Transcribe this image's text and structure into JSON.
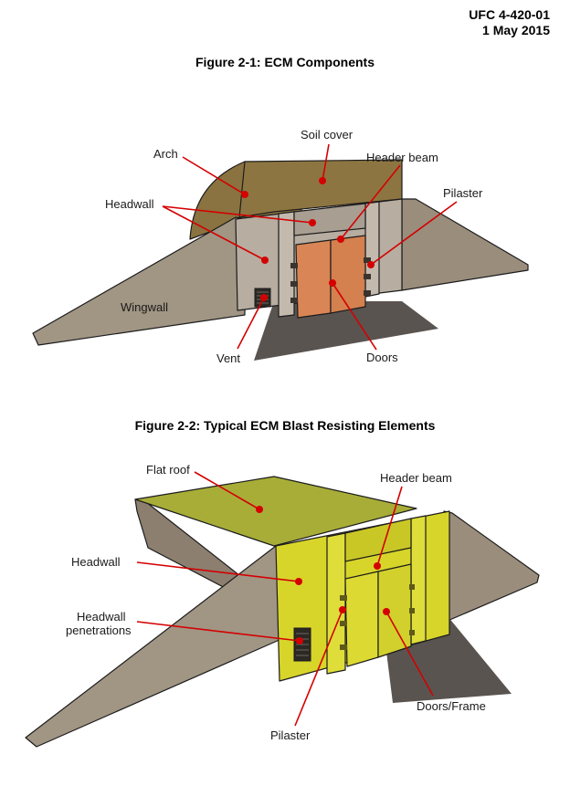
{
  "header": {
    "doc_number": "UFC 4-420-01",
    "date": "1 May 2015"
  },
  "figure1": {
    "title": "Figure 2-1:  ECM Components",
    "labels": {
      "soil_cover": "Soil cover",
      "arch": "Arch",
      "header_beam": "Header beam",
      "pilaster": "Pilaster",
      "headwall": "Headwall",
      "wingwall": "Wingwall",
      "vent": "Vent",
      "doors": "Doors"
    }
  },
  "figure2": {
    "title": "Figure 2-2:  Typical ECM Blast Resisting Elements",
    "labels": {
      "flat_roof": "Flat roof",
      "header_beam": "Header beam",
      "headwall": "Headwall",
      "headwall_penetrations_line1": "Headwall",
      "headwall_penetrations_line2": "penetrations",
      "doors_frame": "Doors/Frame",
      "pilaster": "Pilaster"
    }
  },
  "colors": {
    "leader": "#d40000",
    "soil": "#8a7340",
    "concrete": "#b7ada0",
    "shadow": "#5a5450",
    "door": "#d98555",
    "yellow": "#d7d52a",
    "yellow_dark": "#b5b31e"
  }
}
